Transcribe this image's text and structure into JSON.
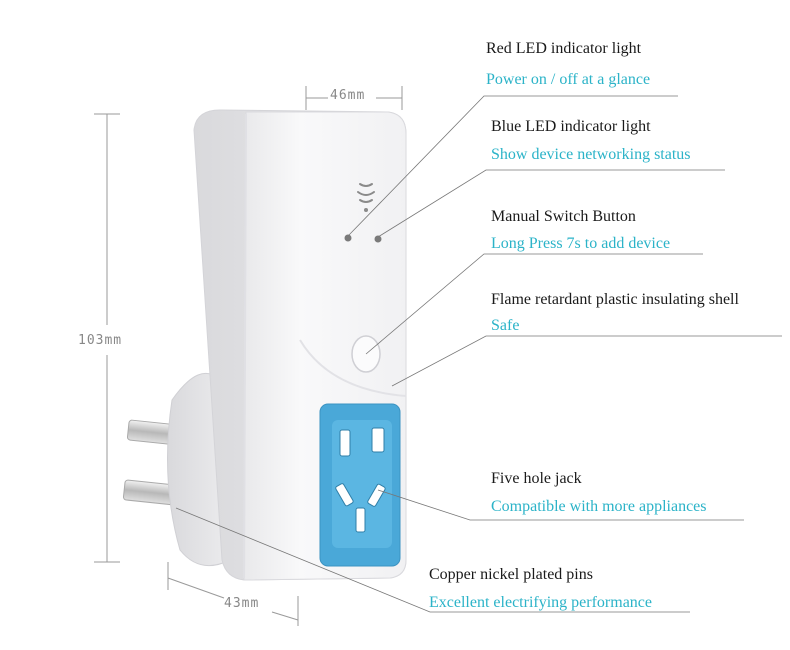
{
  "colors": {
    "accent": "#2bb3c8",
    "socket_blue": "#4aa8d8",
    "body_white": "#f7f7f7"
  },
  "dimensions": {
    "width_top": "46mm",
    "height": "103mm",
    "depth_bottom": "43mm"
  },
  "callouts": [
    {
      "title": "Red LED indicator light",
      "subtitle": "Power on / off at a glance"
    },
    {
      "title": "Blue LED indicator light",
      "subtitle": "Show device networking status"
    },
    {
      "title": "Manual Switch Button",
      "subtitle": "Long Press 7s to add device"
    },
    {
      "title": "Flame retardant plastic insulating shell",
      "subtitle": "Safe"
    },
    {
      "title": "Five hole jack",
      "subtitle": "Compatible with more appliances"
    },
    {
      "title": "Copper nickel plated pins",
      "subtitle": "Excellent electrifying performance"
    }
  ]
}
